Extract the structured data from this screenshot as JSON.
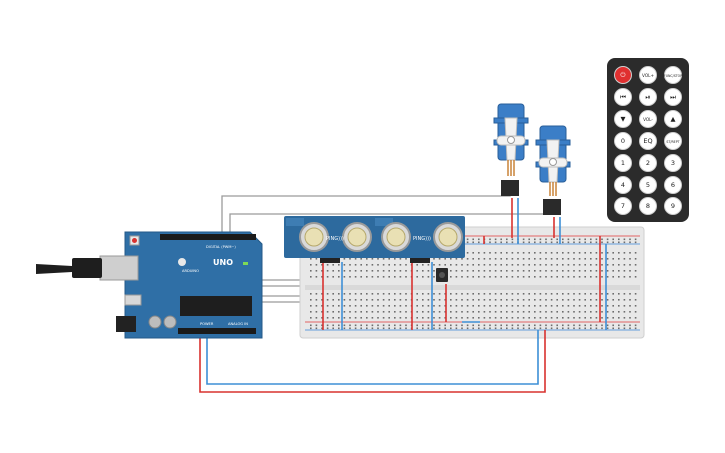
{
  "colors": {
    "board": "#2f6fa6",
    "board_dark": "#245a88",
    "breadboard": "#e8e8e8",
    "rail_red": "#e03a3a",
    "rail_blue": "#3a86d8",
    "wire_red": "#d8322f",
    "wire_blue": "#3d8fd6",
    "wire_gray": "#9b9b9b",
    "servo": "#3b7ec7",
    "sensor": "#2d6a9e",
    "remote": "#2b2b2b"
  },
  "arduino": {
    "model_label": "UNO",
    "brand_label": "ARDUINO",
    "digital_label": "DIGITAL (PWM~)",
    "power_label": "POWER",
    "analog_label": "ANALOG IN"
  },
  "sensors": [
    {
      "id": "ping-1",
      "label": "PING)))"
    },
    {
      "id": "ping-2",
      "label": "PING)))"
    }
  ],
  "remote": {
    "buttons": [
      {
        "label": "⏻",
        "kind": "power"
      },
      {
        "label": "VOL+"
      },
      {
        "label": "FUNC/STOP"
      },
      {
        "label": "⏮"
      },
      {
        "label": "⏯"
      },
      {
        "label": "⏭"
      },
      {
        "label": "▼"
      },
      {
        "label": "VOL-"
      },
      {
        "label": "▲"
      },
      {
        "label": "0"
      },
      {
        "label": "EQ"
      },
      {
        "label": "ST/REPT"
      },
      {
        "label": "1"
      },
      {
        "label": "2"
      },
      {
        "label": "3"
      },
      {
        "label": "4"
      },
      {
        "label": "5"
      },
      {
        "label": "6"
      },
      {
        "label": "7"
      },
      {
        "label": "8"
      },
      {
        "label": "9"
      }
    ]
  }
}
